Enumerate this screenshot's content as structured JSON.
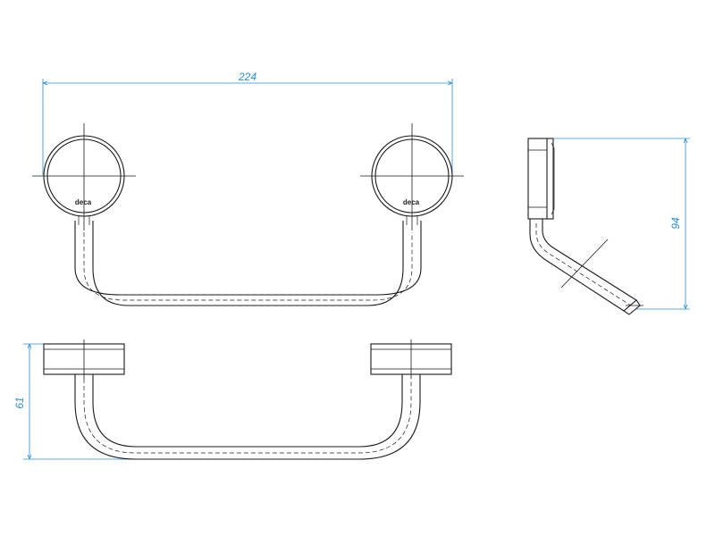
{
  "dimensions": {
    "width": "224",
    "height": "94",
    "depth": "61"
  },
  "brand": {
    "logo_left": "deca",
    "logo_right": "deca"
  },
  "colors": {
    "dimension": "#2b8fd6",
    "line": "#1a1a1a",
    "background": "#ffffff"
  }
}
